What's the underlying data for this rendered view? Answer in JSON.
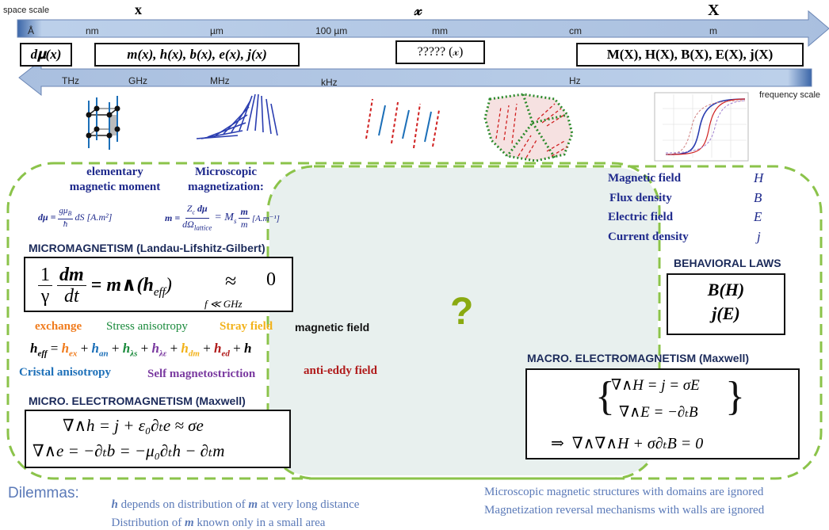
{
  "scale_bar": {
    "space_scale_label": "space scale",
    "frequency_scale_label": "frequency scale",
    "top_letters": [
      "x",
      "𝓍",
      "X"
    ],
    "space_ticks": [
      "Å",
      "nm",
      "µm",
      "100 µm",
      "mm",
      "cm",
      "m"
    ],
    "freq_ticks": [
      "THz",
      "GHz",
      "MHz",
      "kHz",
      "Hz"
    ]
  },
  "scale_boxes": {
    "dmu": "d𝛍(x)",
    "micro_fields": "m(x), h(x), b(x), e(x), j(x)",
    "meso": "????? (𝓍)",
    "macro_fields": "M(X), H(X), B(X), E(X), j(X)"
  },
  "left_panel": {
    "elementary_title_1": "elementary",
    "elementary_title_2": "magnetic moment",
    "microscopic_title_1": "Microscopic",
    "microscopic_title_2": "magnetization:",
    "dmu_formula_lhs": "dμ =",
    "dmu_frac_num": "gμ",
    "dmu_frac_num_sub": "B",
    "dmu_frac_den": "ħ",
    "dmu_formula_rhs": "dS [A.m²]",
    "m_formula_lhs": "m =",
    "m_frac_num": "Z",
    "m_frac_num_sub": "c",
    "m_frac_num_tail": " dμ",
    "m_frac_den": "dΩ",
    "m_frac_den_sub": "lattice",
    "m_formula_eq": "= M",
    "m_formula_eq_sub": "s",
    "m_ratio_num": "m",
    "m_ratio_den": "m",
    "m_formula_unit": "[A.m⁻¹]",
    "micromag_title": "MICROMAGNETISM (Landau-Lifshitz-Gilbert)",
    "llg_one": "1",
    "llg_gamma": "γ",
    "llg_dm": "dm",
    "llg_dt": "dt",
    "llg_mid": "= m∧(h",
    "llg_eff": "eff",
    "llg_close": ")",
    "llg_approx": "≈",
    "llg_cond": "f ≪ GHz",
    "llg_zero": "0",
    "terms": {
      "exchange": "exchange",
      "stress": "Stress anisotropy",
      "stray": "Stray field",
      "magnetic": "magnetic field",
      "cristal": "Cristal anisotropy",
      "selfmag": "Self magnetostriction",
      "antieddy": "anti-eddy field"
    },
    "heff_lhs": "h",
    "heff_lhs_sub": "eff",
    "heff_eq": " = ",
    "heff_t1": "h",
    "heff_t1_sub": "ex",
    "heff_t2": "h",
    "heff_t2_sub": "an",
    "heff_t3": "h",
    "heff_t3_sub": "λs",
    "heff_t4": "h",
    "heff_t4_sub": "λε",
    "heff_t5": "h",
    "heff_t5_sub": "dm",
    "heff_t6": "h",
    "heff_t6_sub": "ed",
    "heff_t7": "h",
    "heff_plus": " + ",
    "micro_em_title": "MICRO. ELECTROMAGNETISM (Maxwell)",
    "maxwell_line1": "∇∧h = j + ε₀∂ₜe ≈ σe",
    "maxwell_line2": "∇∧e = −∂ₜb = −μ₀∂ₜh − ∂ₜm"
  },
  "center": {
    "question": "?"
  },
  "right_panel": {
    "labels": [
      "Magnetic field",
      "Flux density",
      "Electric field",
      "Current density"
    ],
    "symbols": [
      "H",
      "B",
      "E",
      "j"
    ],
    "behavioral_title": "BEHAVIORAL LAWS",
    "law1": "B(H)",
    "law2": "j(E)",
    "macro_em_title": "MACRO. ELECTROMAGNETISM (Maxwell)",
    "macro_line1": "∇∧H = j = σE",
    "macro_line2": "∇∧E = −∂ₜB",
    "macro_line3": "⇒  ∇∧∇∧H + σ∂ₜB = 0"
  },
  "dilemmas": {
    "title": "Dilemmas:",
    "left_line1_sym": "h",
    "left_line1_text": " depends on distribution of ",
    "left_line1_sym2": "m",
    "left_line1_tail": " at very long distance",
    "left_line2_head": "Distribution of ",
    "left_line2_sym": "m",
    "left_line2_tail": " known only in a small area",
    "right_line1": "Microscopic magnetic structures with domains are ignored",
    "right_line2": "Magnetization reversal mechanisms with walls are ignored"
  },
  "colors": {
    "navy": "#1f2a8c",
    "section": "#1b2a5a",
    "exchange": "#f07c1e",
    "stress": "#1a8a3c",
    "stray": "#f2b21a",
    "cristal": "#1c6fb8",
    "selfmag": "#7a3aa0",
    "antieddy": "#b01a1a",
    "dashed_green": "#8bc34a",
    "question": "#8aaa10",
    "center_fill": "#e8f0ee"
  }
}
